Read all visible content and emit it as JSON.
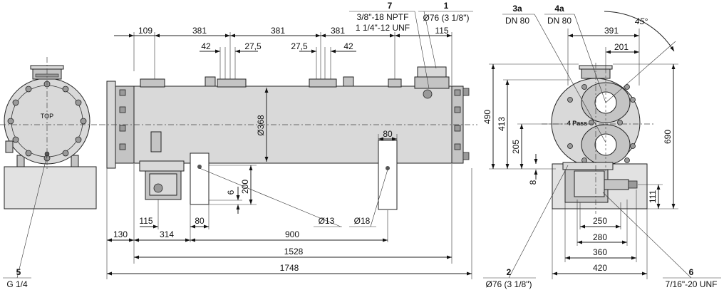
{
  "left_view": {
    "top_label": "TOP",
    "callout_num": "5",
    "callout_text": "G 1/4"
  },
  "front_view": {
    "top_dims": [
      "109",
      "381",
      "381",
      "381",
      "115"
    ],
    "stub_dims": [
      "42",
      "27,5",
      "27,5",
      "42"
    ],
    "diameter": "Ø368",
    "callout7_num": "7",
    "callout7_line1": "3/8\"-18 NPTF",
    "callout7_line2": "1 1/4\"-12 UNF",
    "callout1_num": "1",
    "callout1_text": "Ø76 (3 1/8\")",
    "foot_height": "200",
    "foot_thk": "6",
    "foot_width": "80",
    "hole13": "Ø13",
    "hole18": "Ø18",
    "bottom_row1": [
      "115",
      "80"
    ],
    "bottom_row2": [
      "130",
      "314",
      "900"
    ],
    "overall1": "1528",
    "overall2": "1748"
  },
  "right_view": {
    "callout3a_num": "3a",
    "callout3a_text": "DN 80",
    "callout4a_num": "4a",
    "callout4a_text": "DN 80",
    "angle": "45°",
    "dim391": "391",
    "dim201": "201",
    "dim490": "490",
    "dim413": "413",
    "dim205": "205",
    "dim690": "690",
    "dim8": "8",
    "dim111": "111",
    "pass_label": "4 Pass",
    "bottom_dims": [
      "250",
      "280",
      "360",
      "420"
    ],
    "callout2_num": "2",
    "callout2_text": "Ø76 (3 1/8\")",
    "callout6_num": "6",
    "callout6_text": "7/16\"-20 UNF"
  }
}
